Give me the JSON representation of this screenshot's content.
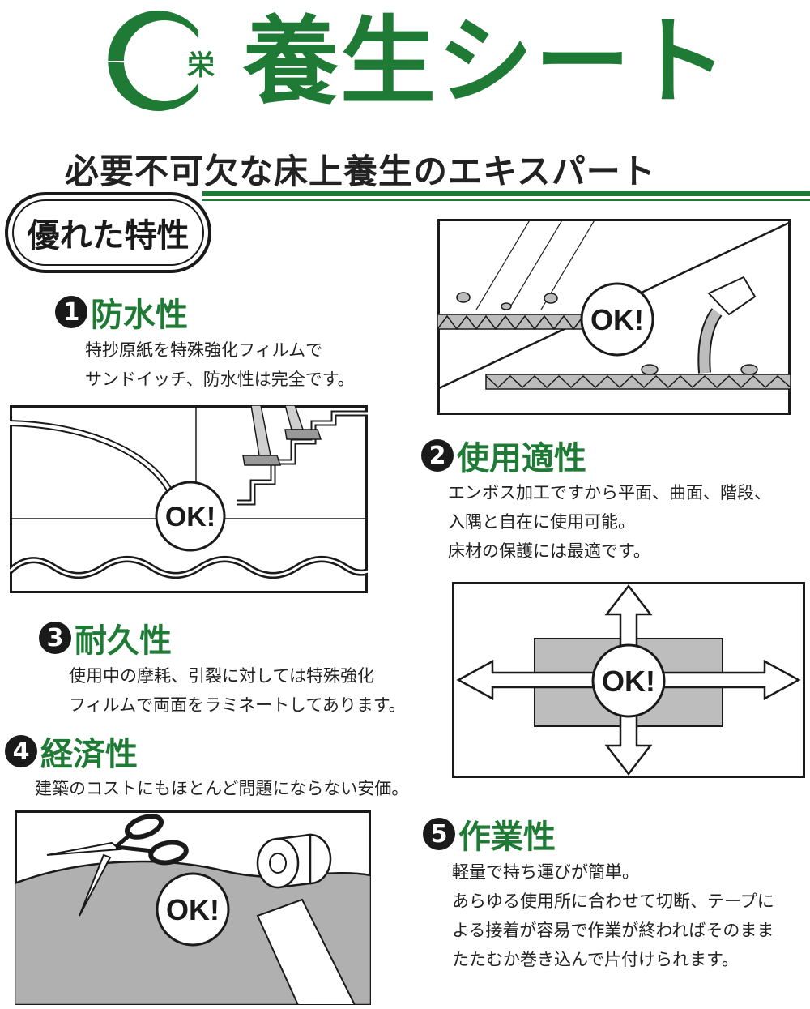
{
  "header": {
    "logo_mark": "栄",
    "title": "養生シート",
    "subtitle": "必要不可欠な床上養生のエキスパート",
    "brand_color": "#1e7a35"
  },
  "badge": {
    "label": "優れた特性"
  },
  "ok_label": "OK!",
  "sections": [
    {
      "num": "1",
      "name": "防水性",
      "lines": [
        "特抄原紙を特殊強化フィルムで",
        "サンドイッチ、防水性は完全です。"
      ]
    },
    {
      "num": "2",
      "name": "使用適性",
      "lines": [
        "エンボス加工ですから平面、曲面、階段、",
        "入隅と自在に使用可能。",
        "床材の保護には最適です。"
      ]
    },
    {
      "num": "3",
      "name": "耐久性",
      "lines": [
        "使用中の摩耗、引裂に対しては特殊強化",
        "フィルムで両面をラミネートしてあります。"
      ]
    },
    {
      "num": "4",
      "name": "経済性",
      "lines": [
        "建築のコストにもほとんど問題にならない安価。"
      ]
    },
    {
      "num": "5",
      "name": "作業性",
      "lines": [
        "軽量で持ち運びが簡単。",
        "あらゆる使用所に合わせて切断、テープに",
        "よる接着が容易で作業が終わればそのまま",
        "たたむか巻き込んで片付けられます。"
      ]
    }
  ]
}
